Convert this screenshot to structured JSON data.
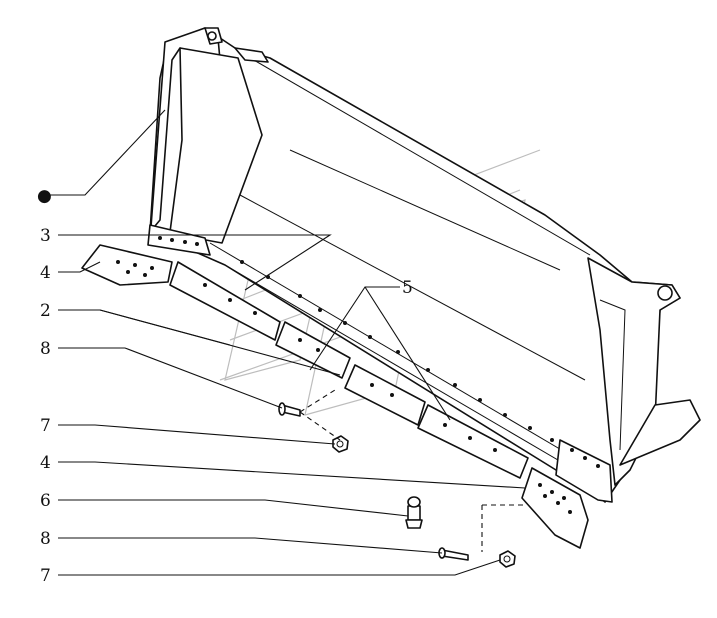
{
  "diagram": {
    "labels": [
      {
        "id": "bullet",
        "text": "●"
      },
      {
        "id": "l3",
        "text": "3"
      },
      {
        "id": "l4a",
        "text": "4"
      },
      {
        "id": "l2",
        "text": "2"
      },
      {
        "id": "l8a",
        "text": "8"
      },
      {
        "id": "l7a",
        "text": "7"
      },
      {
        "id": "l4b",
        "text": "4"
      },
      {
        "id": "l6",
        "text": "6"
      },
      {
        "id": "l8b",
        "text": "8"
      },
      {
        "id": "l7b",
        "text": "7"
      },
      {
        "id": "l5",
        "text": "5"
      }
    ]
  }
}
